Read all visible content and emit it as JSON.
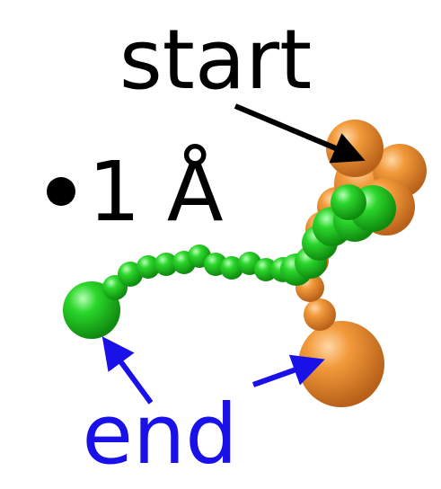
{
  "labels": {
    "start": "start",
    "end": "end",
    "scale": "1 Å"
  },
  "colors": {
    "orange_trajectory": "#e8892a",
    "green_trajectory": "#22cc22",
    "start_arrow": "#000000",
    "end_arrows": "#1a10e8",
    "start_text": "#000000",
    "end_text": "#1a10e8",
    "scale_dot": "#000000"
  }
}
